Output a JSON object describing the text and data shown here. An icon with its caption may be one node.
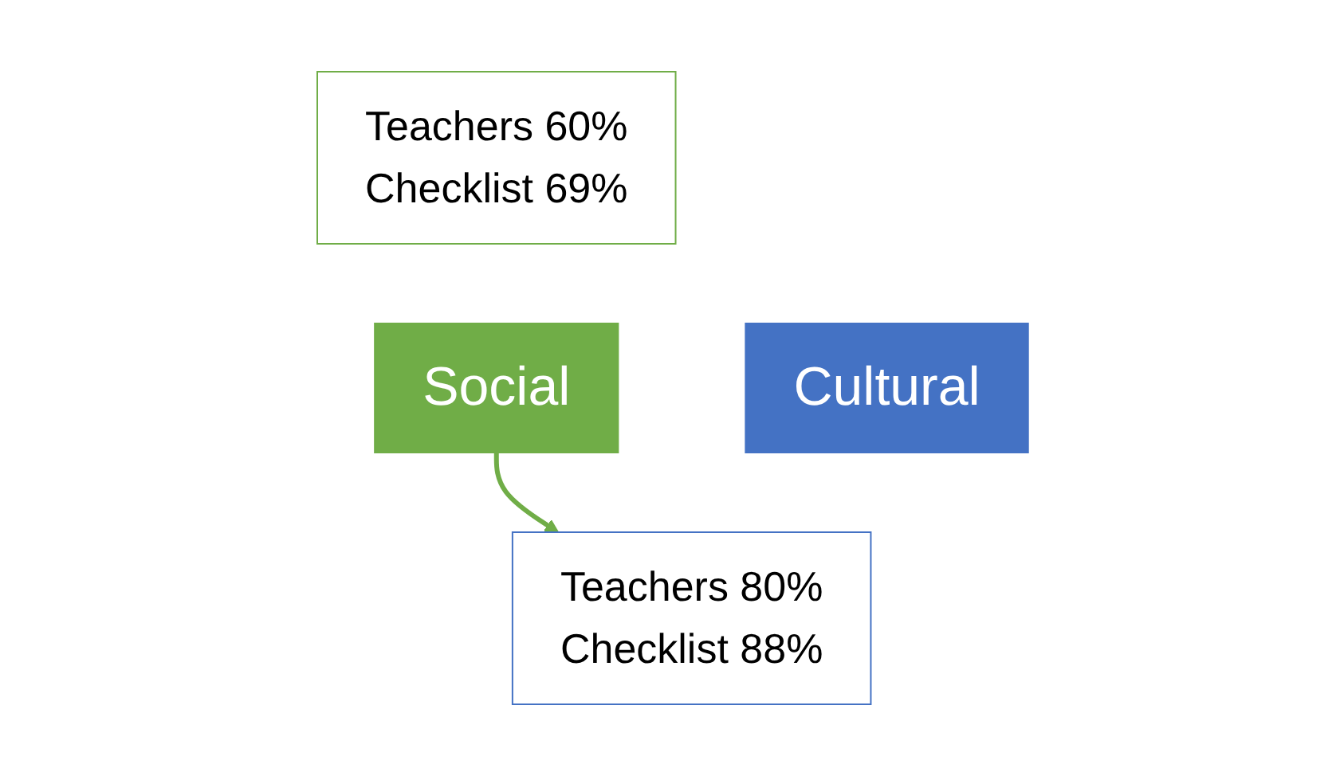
{
  "diagram": {
    "nodes": [
      {
        "text": [
          "Teachers 60%",
          "Checklist 69%"
        ]
      },
      {
        "text": [
          "Social"
        ]
      },
      {
        "text": [
          "Cultural"
        ]
      },
      {
        "text": [
          "Teachers 80%",
          "Checklist 88%"
        ]
      }
    ],
    "edges": [
      {
        "from": 1,
        "to": 3,
        "arrow": "to",
        "color": "#70ad47"
      }
    ]
  }
}
